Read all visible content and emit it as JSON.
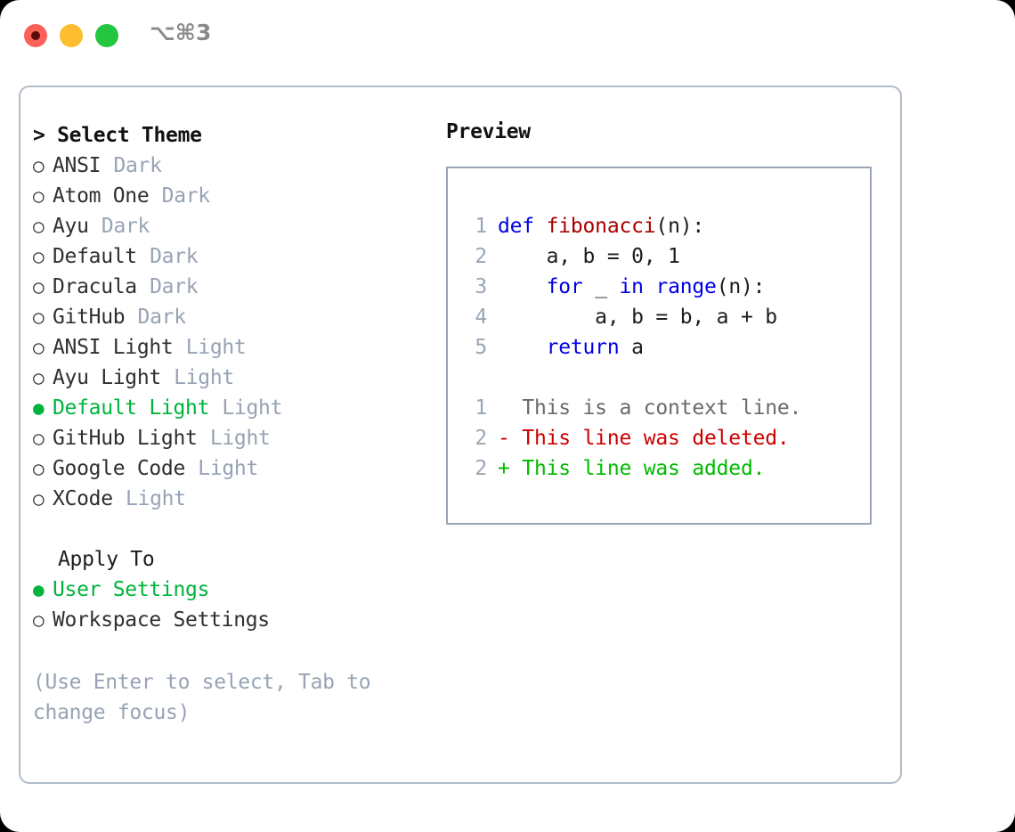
{
  "titlebar": {
    "shortcut": "⌥⌘3",
    "buttons": [
      {
        "name": "close",
        "color": "#fb6158"
      },
      {
        "name": "minimize",
        "color": "#fcbd2e"
      },
      {
        "name": "maximize",
        "color": "#25c63f"
      }
    ]
  },
  "theme_panel": {
    "heading": "> Select Theme",
    "marker_unselected": "○",
    "marker_selected": "●",
    "options": [
      {
        "label": "ANSI",
        "tag": "Dark",
        "selected": false
      },
      {
        "label": "Atom One",
        "tag": "Dark",
        "selected": false
      },
      {
        "label": "Ayu",
        "tag": "Dark",
        "selected": false
      },
      {
        "label": "Default",
        "tag": "Dark",
        "selected": false
      },
      {
        "label": "Dracula",
        "tag": "Dark",
        "selected": false
      },
      {
        "label": "GitHub",
        "tag": "Dark",
        "selected": false
      },
      {
        "label": "ANSI Light",
        "tag": "Light",
        "selected": false
      },
      {
        "label": "Ayu Light",
        "tag": "Light",
        "selected": false
      },
      {
        "label": "Default Light",
        "tag": "Light",
        "selected": true
      },
      {
        "label": "GitHub Light",
        "tag": "Light",
        "selected": false
      },
      {
        "label": "Google Code",
        "tag": "Light",
        "selected": false
      },
      {
        "label": "XCode",
        "tag": "Light",
        "selected": false
      }
    ]
  },
  "apply_to": {
    "heading": "Apply To",
    "options": [
      {
        "label": "User Settings",
        "selected": true
      },
      {
        "label": "Workspace Settings",
        "selected": false
      }
    ]
  },
  "hint": "(Use Enter to select, Tab to change focus)",
  "preview": {
    "heading": "Preview",
    "code_lines": [
      {
        "num": "1",
        "tokens": [
          {
            "text": "def ",
            "kind": "kw"
          },
          {
            "text": "fibonacci",
            "kind": "fn"
          },
          {
            "text": "(n):",
            "kind": "txt"
          }
        ]
      },
      {
        "num": "2",
        "tokens": [
          {
            "text": "    a, b = 0, 1",
            "kind": "txt"
          }
        ]
      },
      {
        "num": "3",
        "tokens": [
          {
            "text": "    ",
            "kind": "txt"
          },
          {
            "text": "for",
            "kind": "kw"
          },
          {
            "text": " _ ",
            "kind": "txt"
          },
          {
            "text": "in range",
            "kind": "kw"
          },
          {
            "text": "(n):",
            "kind": "txt"
          }
        ]
      },
      {
        "num": "4",
        "tokens": [
          {
            "text": "        a, b = b, a + b",
            "kind": "txt"
          }
        ]
      },
      {
        "num": "5",
        "tokens": [
          {
            "text": "    ",
            "kind": "txt"
          },
          {
            "text": "return",
            "kind": "kw"
          },
          {
            "text": " a",
            "kind": "txt"
          }
        ]
      }
    ],
    "diff_lines": [
      {
        "num": "1",
        "tokens": [
          {
            "text": "  This is a context line.",
            "kind": "ctx"
          }
        ]
      },
      {
        "num": "2",
        "tokens": [
          {
            "text": "- This line was deleted.",
            "kind": "del"
          }
        ]
      },
      {
        "num": "2",
        "tokens": [
          {
            "text": "+ This line was added.",
            "kind": "add"
          }
        ]
      }
    ]
  },
  "colors": {
    "accent_green": "#00b33c",
    "muted": "#97a3b4",
    "keyword_blue": "#0000e6",
    "function_red": "#a80000",
    "diff_deleted": "#cc0000",
    "diff_added": "#00bb00",
    "border": "#b2bcc9"
  }
}
